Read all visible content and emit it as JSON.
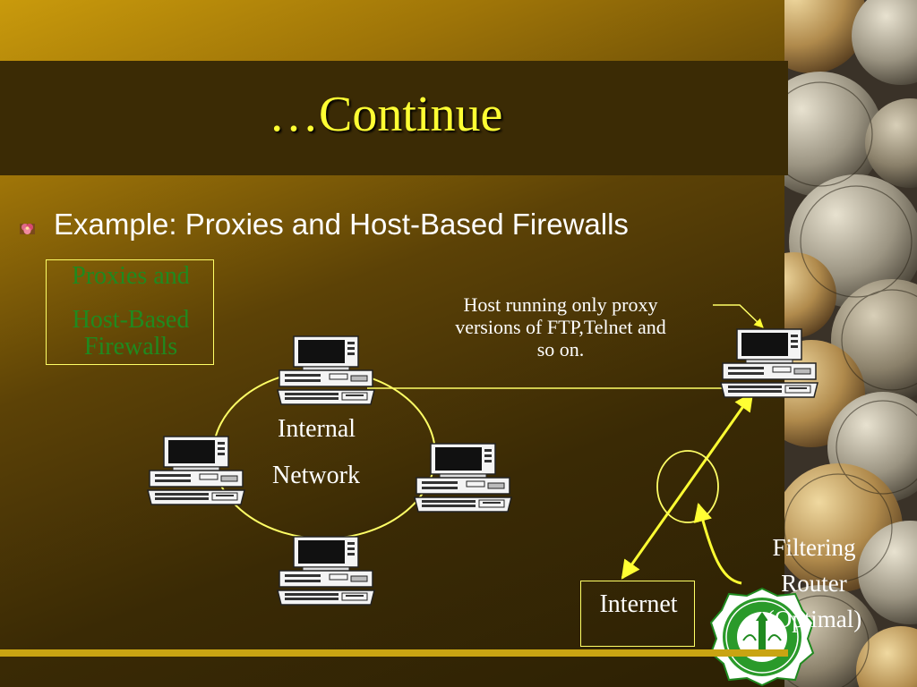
{
  "slide": {
    "title": "…Continue",
    "bullet": "Example: Proxies and Host-Based Firewalls",
    "label_box": {
      "line1": "Proxies and",
      "line2": "Host-Based",
      "line3": "Firewalls"
    },
    "host_caption": {
      "line1": "Host running only proxy",
      "line2": "versions of FTP,Telnet and",
      "line3": "so on."
    },
    "internal_network": {
      "line1": "Internal",
      "line2": "Network"
    },
    "router_caption": {
      "line1": "Filtering",
      "line2": "Router",
      "line3": "(Optimal)"
    },
    "internet": "Internet"
  },
  "colors": {
    "title": "#ffff33",
    "label_box_text": "#1f8a1f",
    "accent_yellow": "#ffff66",
    "background_dark": "#3b2b05",
    "bottom_bar": "#c9a412"
  },
  "icons": [
    "flower-bullet-icon",
    "desktop-computer-icon",
    "university-seal-icon",
    "coins-image"
  ]
}
